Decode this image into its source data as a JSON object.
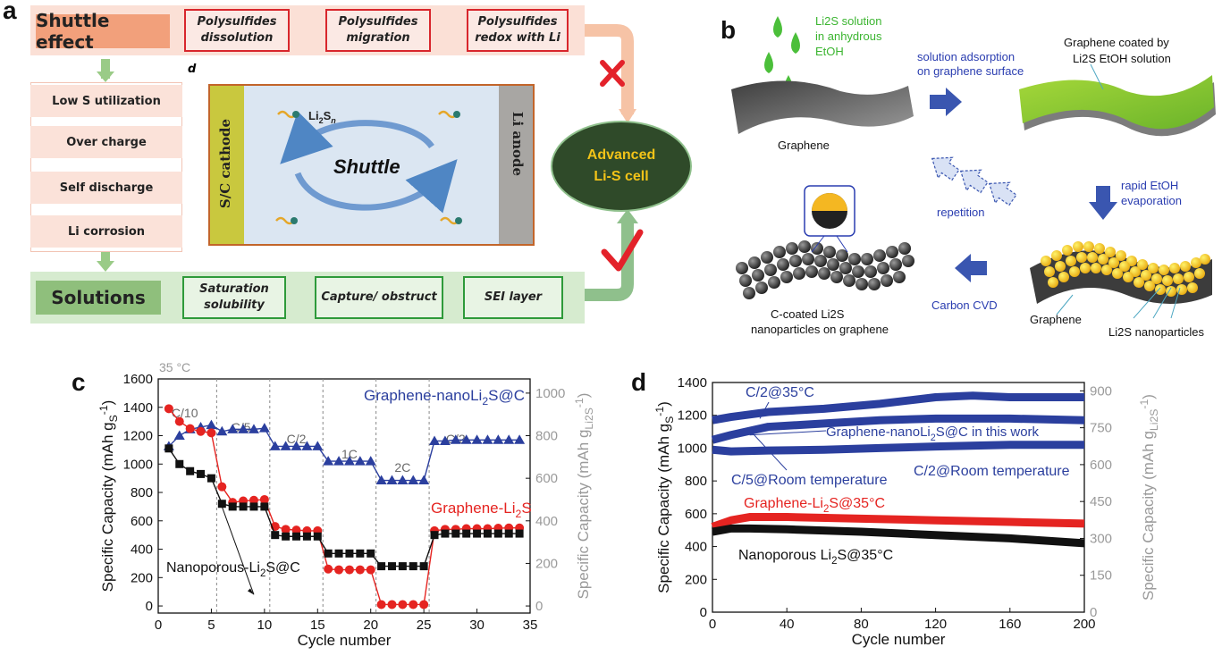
{
  "panel_labels": {
    "a": "a",
    "b": "b",
    "c": "c",
    "d": "d"
  },
  "panel_a": {
    "shuttle_effect": "Shuttle effect",
    "effects": [
      "Polysulfides dissolution",
      "Polysulfides migration",
      "Polysulfides redox with Li"
    ],
    "problems": [
      "Low S utilization",
      "Over charge",
      "Self discharge",
      "Li corrosion"
    ],
    "inset_letter": "d",
    "cathode": "S/C cathode",
    "anode": "Li anode",
    "shuttle_word": "Shuttle",
    "species_main": "Li",
    "species_sub": "2",
    "species_tail": "S",
    "species_n": "n",
    "advanced_line1": "Advanced",
    "advanced_line2": "Li-S cell",
    "solutions": "Solutions",
    "solution_items": [
      "Saturation solubility",
      "Capture/ obstruct",
      "SEI layer"
    ]
  },
  "panel_b": {
    "li2s_solution": [
      "Li2S solution",
      "in anhydrous",
      "EtOH"
    ],
    "graphene": "Graphene",
    "adsorption": [
      "solution adsorption",
      "on graphene surface"
    ],
    "coated": [
      "Graphene coated by",
      "Li2S EtOH solution"
    ],
    "evaporation": [
      "rapid EtOH",
      "evaporation"
    ],
    "repetition": "repetition",
    "cvd": "Carbon CVD",
    "c_coated": [
      "C-coated Li2S",
      "nanoparticles on graphene"
    ],
    "graphene2": "Graphene",
    "nanoparticles": "Li2S nanoparticles"
  },
  "chart_data": [
    {
      "type": "scatter",
      "title": "",
      "temperature_label": "35 °C",
      "xlabel": "Cycle number",
      "ylabel": "Specific Capacity (mAh gS-1)",
      "y2label": "Specific Capacity (mAh gLi2S-1)",
      "xlim": [
        0,
        35
      ],
      "ylim": [
        -50,
        1600
      ],
      "y2lim": [
        -33.3,
        1066.7
      ],
      "xticks": [
        0,
        5,
        10,
        15,
        20,
        25,
        30,
        35
      ],
      "yticks": [
        0,
        200,
        400,
        600,
        800,
        1000,
        1200,
        1400,
        1600
      ],
      "y2ticks": [
        0,
        200,
        400,
        600,
        800,
        1000
      ],
      "rate_labels": [
        "C/10",
        "C/5",
        "C/2",
        "1C",
        "2C",
        "C/2"
      ],
      "series": [
        {
          "name": "Graphene-nanoLi2S@C",
          "axis": "right",
          "color": "#2b3f9e",
          "marker": "triangle",
          "x": [
            1,
            2,
            3,
            4,
            5,
            6,
            7,
            8,
            9,
            10,
            11,
            12,
            13,
            14,
            15,
            16,
            17,
            18,
            19,
            20,
            21,
            22,
            23,
            24,
            25,
            26,
            27,
            28,
            29,
            30,
            31,
            32,
            33,
            34
          ],
          "values": [
            750,
            800,
            830,
            840,
            850,
            820,
            830,
            830,
            830,
            835,
            750,
            750,
            750,
            750,
            750,
            680,
            680,
            680,
            680,
            680,
            590,
            590,
            590,
            590,
            590,
            775,
            775,
            780,
            780,
            780,
            780,
            780,
            780,
            780
          ]
        },
        {
          "name": "Graphene-Li2S",
          "axis": "left",
          "color": "#e52421",
          "marker": "circle",
          "x": [
            1,
            2,
            3,
            4,
            5,
            6,
            7,
            8,
            9,
            10,
            11,
            12,
            13,
            14,
            15,
            16,
            17,
            18,
            19,
            20,
            21,
            22,
            23,
            24,
            25,
            26,
            27,
            28,
            29,
            30,
            31,
            32,
            33,
            34
          ],
          "values": [
            1390,
            1300,
            1250,
            1230,
            1220,
            840,
            730,
            740,
            745,
            750,
            560,
            540,
            535,
            530,
            530,
            260,
            255,
            255,
            255,
            255,
            10,
            10,
            10,
            10,
            10,
            530,
            540,
            540,
            545,
            545,
            545,
            548,
            550,
            550
          ]
        },
        {
          "name": "Nanoporous-Li2S@C",
          "axis": "left",
          "color": "#111111",
          "marker": "square",
          "x": [
            1,
            2,
            3,
            4,
            5,
            6,
            7,
            8,
            9,
            10,
            11,
            12,
            13,
            14,
            15,
            16,
            17,
            18,
            19,
            20,
            21,
            22,
            23,
            24,
            25,
            26,
            27,
            28,
            29,
            30,
            31,
            32,
            33,
            34
          ],
          "values": [
            1110,
            1000,
            950,
            930,
            900,
            720,
            700,
            700,
            700,
            700,
            500,
            490,
            490,
            490,
            490,
            370,
            370,
            370,
            370,
            370,
            280,
            280,
            280,
            280,
            280,
            500,
            510,
            510,
            510,
            510,
            510,
            510,
            510,
            510
          ]
        }
      ],
      "annotations": [
        "Graphene-nanoLi2S@C",
        "Graphene-Li2S",
        "Nanoporous-Li2S@C"
      ]
    },
    {
      "type": "line",
      "title": "",
      "xlabel": "Cycle number",
      "ylabel": "Specific Capacity (mAh gS-1)",
      "y2label": "Specific Capacity (mAh gLi2S-1)",
      "xlim": [
        0,
        200
      ],
      "ylim": [
        0,
        1400
      ],
      "y2lim": [
        0,
        934
      ],
      "xticks": [
        0,
        40,
        80,
        120,
        160,
        200
      ],
      "yticks": [
        0,
        200,
        400,
        600,
        800,
        1000,
        1200,
        1400
      ],
      "y2ticks": [
        0,
        150,
        300,
        450,
        600,
        750,
        900
      ],
      "series": [
        {
          "name": "C/2@35°C",
          "color": "#2b3f9e",
          "x": [
            0,
            10,
            30,
            60,
            90,
            120,
            140,
            160,
            200
          ],
          "values": [
            1170,
            1190,
            1220,
            1240,
            1270,
            1310,
            1320,
            1310,
            1310
          ]
        },
        {
          "name": "C/5@Room temperature",
          "color": "#2b3f9e",
          "x": [
            0,
            10,
            30,
            60,
            90,
            120,
            160,
            200
          ],
          "values": [
            1050,
            1080,
            1130,
            1150,
            1170,
            1180,
            1180,
            1170
          ]
        },
        {
          "name": "C/2@Room temperature",
          "color": "#2b3f9e",
          "x": [
            0,
            10,
            30,
            60,
            90,
            120,
            160,
            200
          ],
          "values": [
            990,
            980,
            985,
            990,
            1000,
            1010,
            1020,
            1020
          ]
        },
        {
          "name": "Graphene-Li2S@35°C",
          "color": "#e52421",
          "x": [
            0,
            10,
            20,
            40,
            80,
            120,
            160,
            200
          ],
          "values": [
            520,
            560,
            580,
            580,
            570,
            560,
            550,
            540
          ]
        },
        {
          "name": "Nanoporous Li2S@35°C",
          "color": "#111111",
          "x": [
            0,
            10,
            20,
            40,
            80,
            120,
            160,
            200
          ],
          "values": [
            490,
            510,
            510,
            505,
            490,
            470,
            450,
            420
          ]
        }
      ],
      "annotations": [
        "C/2@35°C",
        "Graphene-nanoLi2S@C in this work",
        "C/5@Room temperature",
        "C/2@Room temperature",
        "Graphene-Li2S@35°C",
        "Nanoporous Li2S@35°C"
      ]
    }
  ]
}
